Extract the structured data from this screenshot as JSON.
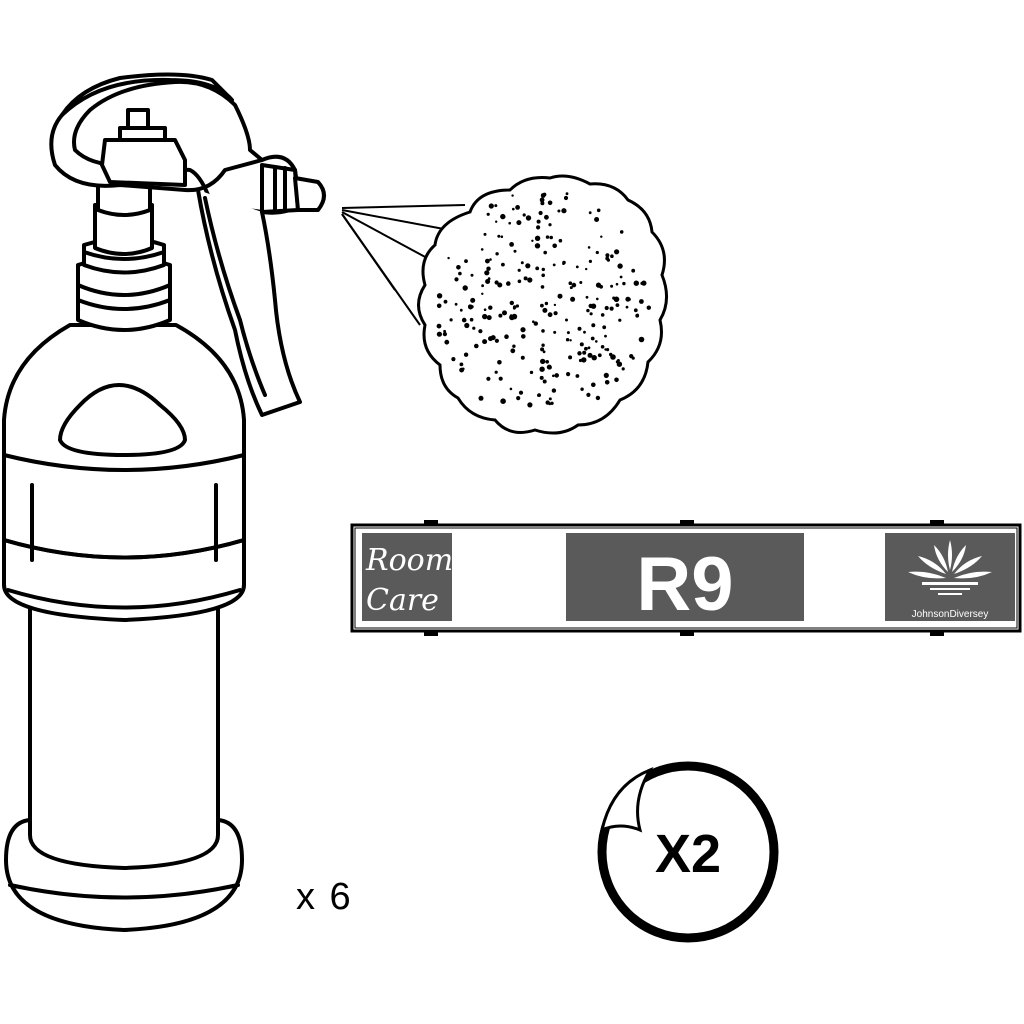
{
  "bottle": {
    "quantity_text": "x 6"
  },
  "label": {
    "left_logo_line1": "Room",
    "left_logo_line2": "Care",
    "code": "R9",
    "right_logo_text": "JohnsonDiversey"
  },
  "sticker": {
    "quantity_text": "X2"
  },
  "colors": {
    "label_panel": "#5a5a5a",
    "outline": "#000000",
    "background": "#ffffff"
  }
}
